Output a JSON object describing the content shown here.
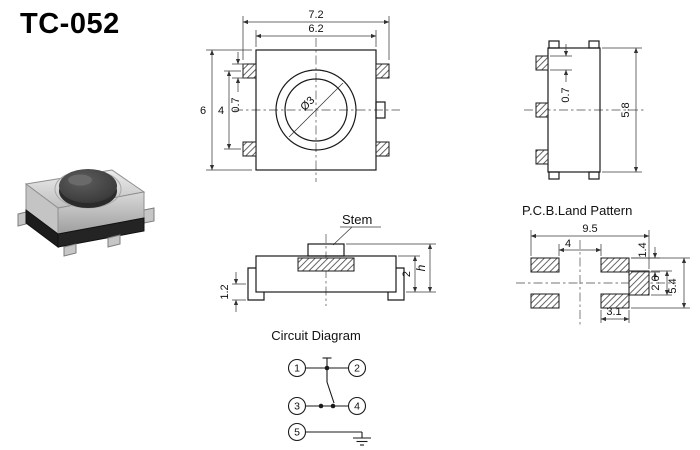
{
  "title": "TC-052",
  "top_view": {
    "overall_width": "7.2",
    "body_width": "6.2",
    "overall_height": "6",
    "pin_span": "4",
    "pin_width": "0.7",
    "stem_diameter": "Ø3"
  },
  "side_view": {
    "pin_width": "0.7",
    "height": "5.8"
  },
  "front_view": {
    "stem_label": "Stem",
    "base_height": "1.2",
    "body_height": "2",
    "total_height": "h"
  },
  "circuit": {
    "title": "Circuit Diagram",
    "pins": [
      "1",
      "2",
      "3",
      "4",
      "5"
    ]
  },
  "pcb": {
    "title": "P.C.B.Land Pattern",
    "overall_width": "9.5",
    "inner_width": "4",
    "pad_height": "1.4",
    "side_pad_height": "2.6",
    "overall_height": "5.4",
    "pad_width": "3.1"
  }
}
